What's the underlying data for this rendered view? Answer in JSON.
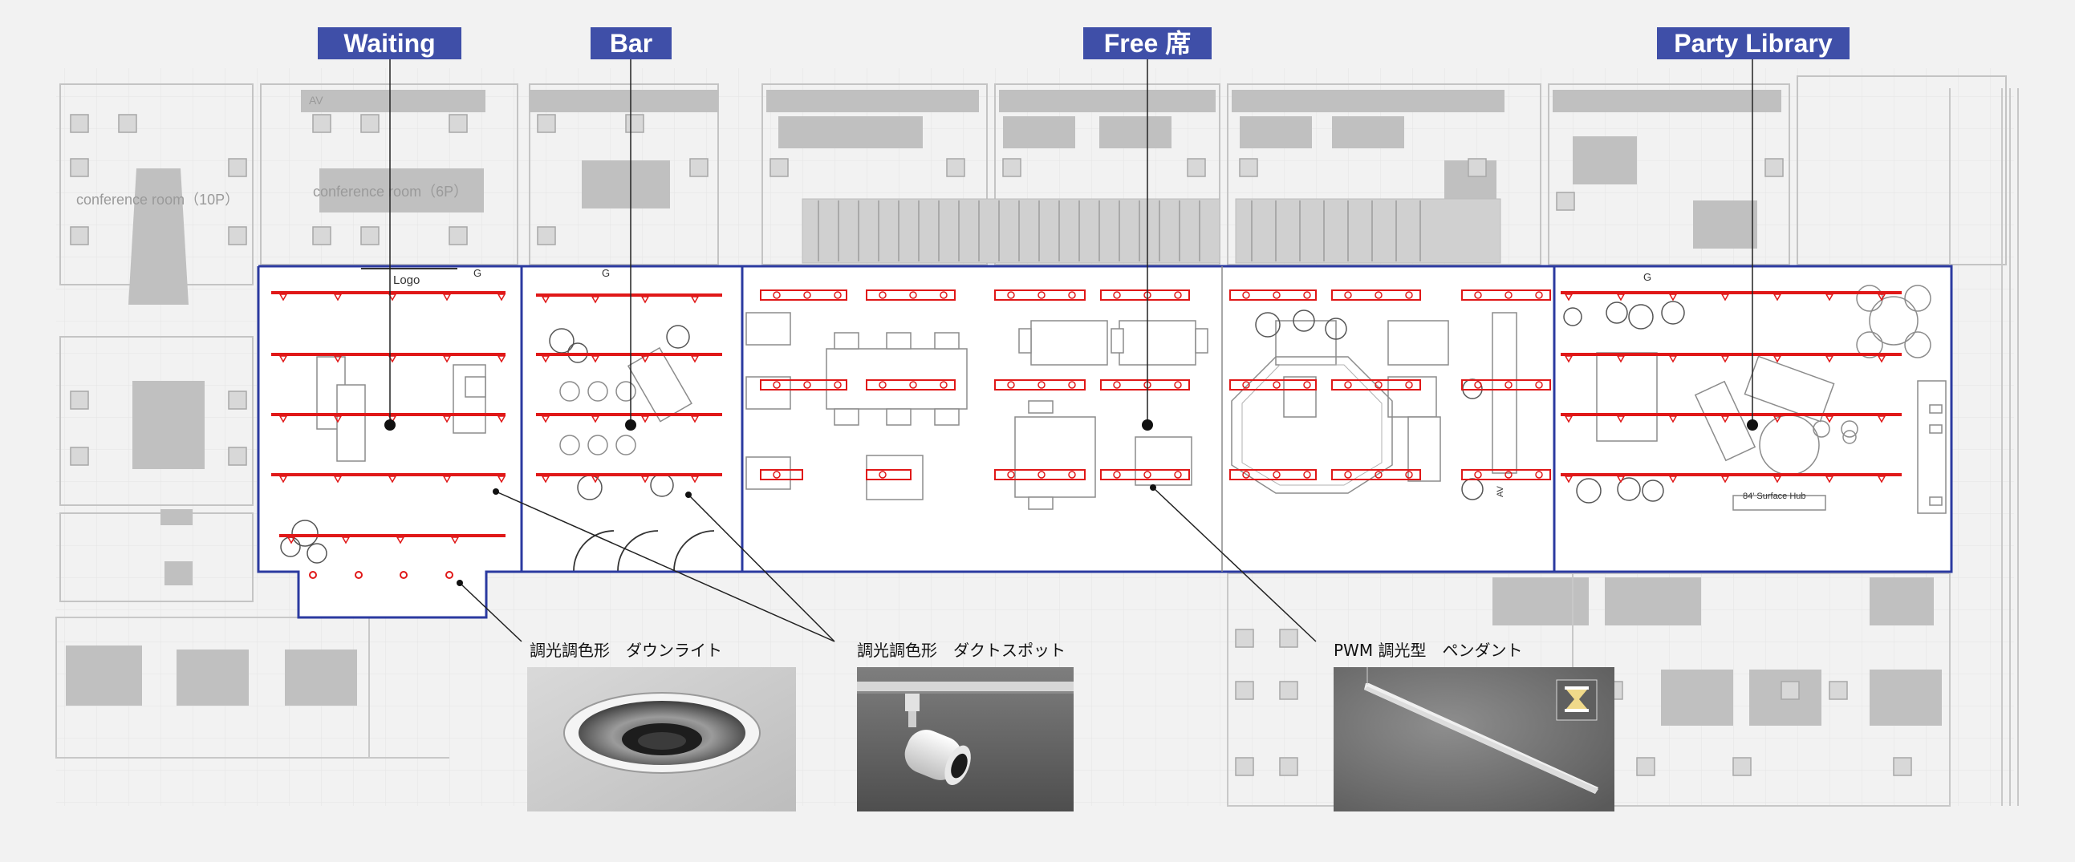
{
  "zones": [
    {
      "id": "waiting",
      "label": "Waiting"
    },
    {
      "id": "bar",
      "label": "Bar"
    },
    {
      "id": "free",
      "label": "Free 席"
    },
    {
      "id": "party",
      "label": "Party Library"
    }
  ],
  "plan_text": {
    "logo": "Logo",
    "g_mark": "G",
    "conference_left": "conference room（10P）",
    "conference_mid": "conference room（6P）",
    "av": "AV",
    "surface_hub": "84' Surface Hub"
  },
  "fixtures": [
    {
      "id": "downlight",
      "label": "調光調色形　ダウンライト",
      "icon": "downlight-photo"
    },
    {
      "id": "duct-spot",
      "label": "調光調色形　ダクトスポット",
      "icon": "duct-spot-photo"
    },
    {
      "id": "pendant",
      "label": "PWM 調光型　ペンダント",
      "icon": "pendant-photo"
    }
  ],
  "colors": {
    "zone_label_bg": "#3f4fa8",
    "zone_outline": "#2b3aa0",
    "lighting_track": "#e01818",
    "plan_gray": "#c8c8c8",
    "furniture_fill": "#bfbfbf"
  }
}
